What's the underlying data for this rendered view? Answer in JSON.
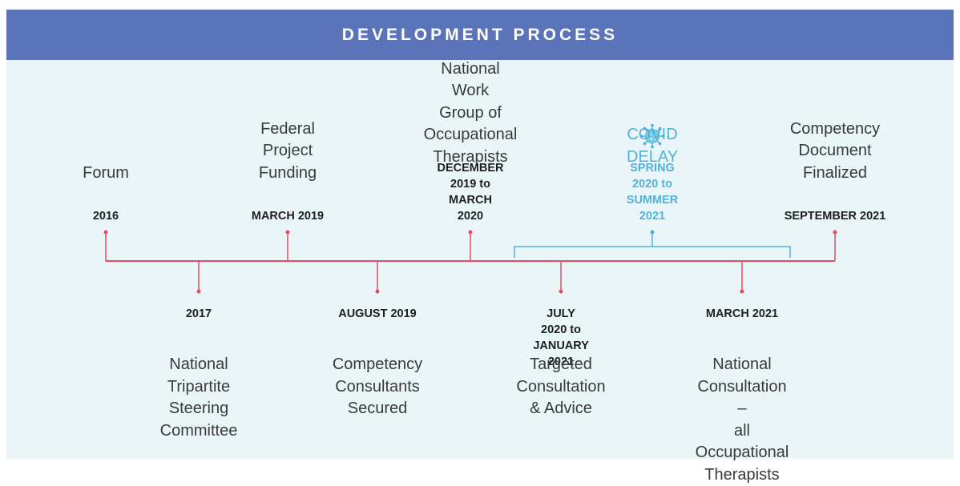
{
  "title": "DEVELOPMENT PROCESS",
  "colors": {
    "header_bg": "#5b73b8",
    "panel_bg": "#eaf5f8",
    "timeline": "#e84a5f",
    "covid": "#4fb3d9"
  },
  "events": [
    {
      "id": "forum",
      "position": "top",
      "date": "2016",
      "label": "Forum"
    },
    {
      "id": "steering",
      "position": "bottom",
      "date": "2017",
      "label": "National\nTripartite Steering\nCommittee"
    },
    {
      "id": "funding",
      "position": "top",
      "date": "MARCH 2019",
      "label": "Federal Project\nFunding"
    },
    {
      "id": "consultants",
      "position": "bottom",
      "date": "AUGUST 2019",
      "label": "Competency\nConsultants\nSecured"
    },
    {
      "id": "workgroup",
      "position": "top",
      "date": "DECEMBER 2019 to\nMARCH 2020",
      "label": "National Work\nGroup of\nOccupational\nTherapists"
    },
    {
      "id": "targeted",
      "position": "bottom",
      "date": "JULY 2020 to\nJANUARY 2021",
      "label": "Targeted\nConsultation\n& Advice"
    },
    {
      "id": "covid",
      "position": "top",
      "date": "SPRING 2020 to\nSUMMER 2021",
      "label": "COVID DELAY",
      "icon": "virus-icon"
    },
    {
      "id": "national",
      "position": "bottom",
      "date": "MARCH 2021",
      "label": "National\nConsultation –\nall Occupational\nTherapists"
    },
    {
      "id": "finalized",
      "position": "top",
      "date": "SEPTEMBER 2021",
      "label": "Competency\nDocument\nFinalized"
    }
  ]
}
